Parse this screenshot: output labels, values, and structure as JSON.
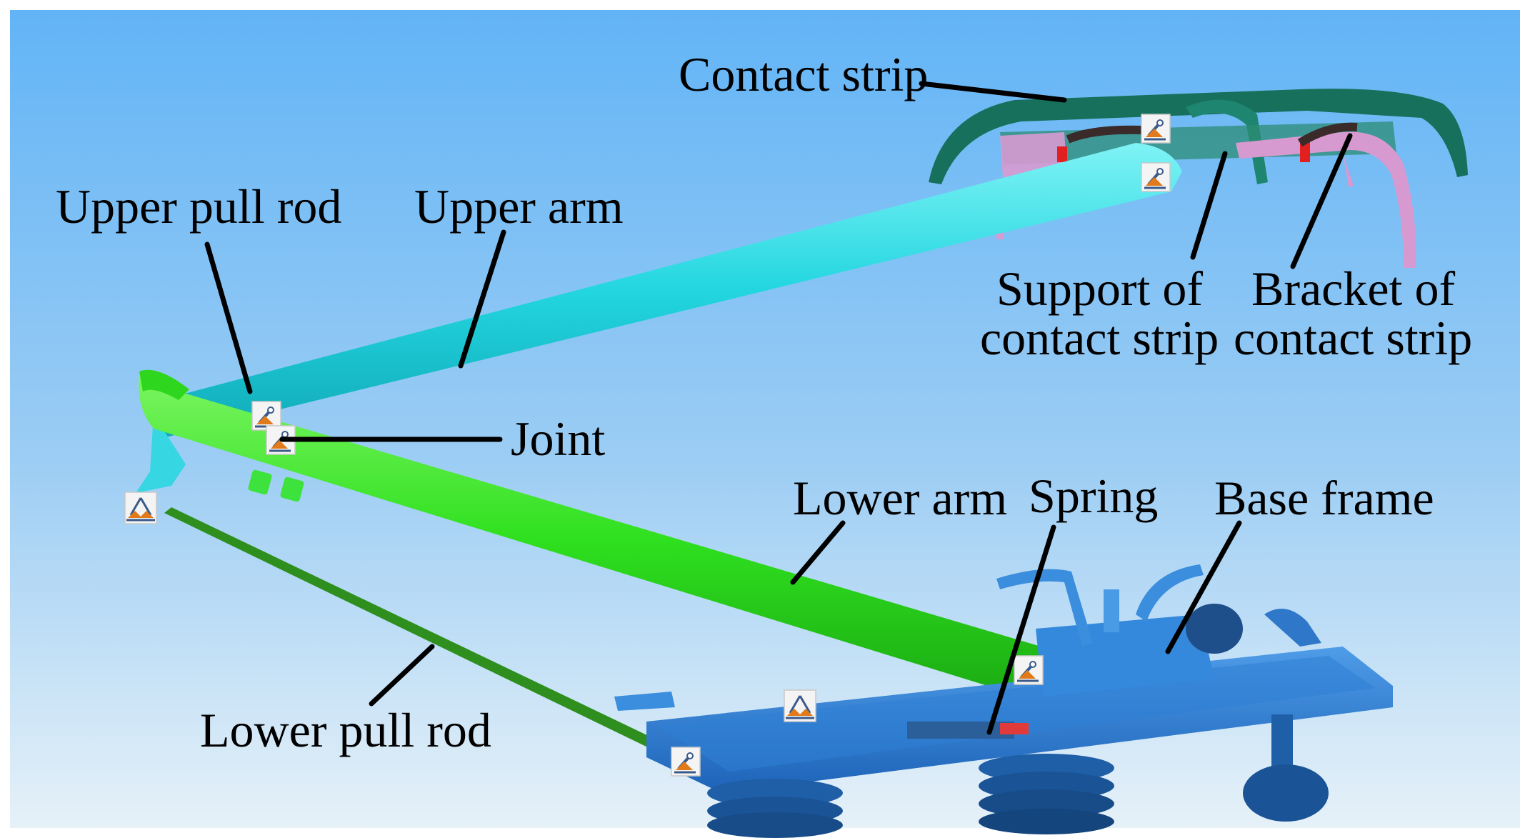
{
  "labels": {
    "contact_strip": "Contact strip",
    "upper_pull_rod": "Upper pull rod",
    "upper_arm": "Upper arm",
    "support_line1": "Support of",
    "support_line2": "contact strip",
    "bracket_line1": "Bracket of",
    "bracket_line2": "contact strip",
    "joint": "Joint",
    "lower_arm": "Lower arm",
    "spring": "Spring",
    "base_frame": "Base frame",
    "lower_pull_rod": "Lower pull rod"
  },
  "colors": {
    "background_top": "#6ab8f6",
    "background_bottom": "#dcecf7",
    "upper_arm": "#25dce4",
    "lower_arm": "#39e526",
    "lower_pull_rod": "#2e8f1f",
    "contact_strip": "#17705c",
    "bracket": "#d79ad0",
    "base_frame": "#2d7fd6",
    "spring": "#1f5fa8"
  },
  "icons": [
    "joint-marker-icon",
    "spherical-joint-icon"
  ]
}
